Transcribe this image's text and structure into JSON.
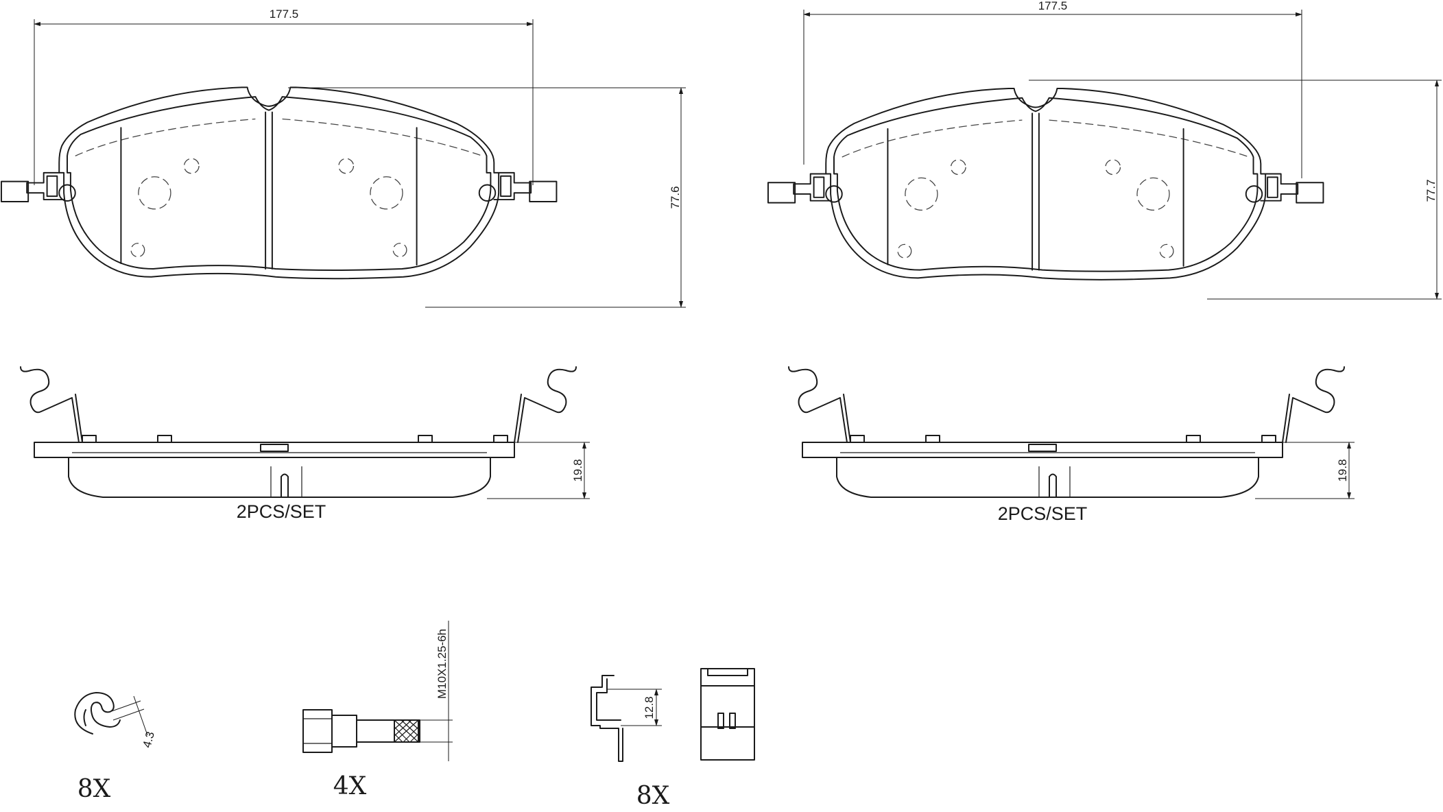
{
  "left_pad": {
    "width_dim": "177.5",
    "height_dim": "77.6",
    "thickness_dim": "19.8",
    "set_label": "2PCS/SET"
  },
  "right_pad": {
    "width_dim": "177.5",
    "height_dim": "77.7",
    "thickness_dim": "19.8",
    "set_label": "2PCS/SET"
  },
  "accessories": {
    "clip": {
      "dim": "4.3",
      "qty": "8X"
    },
    "bolt": {
      "thread": "M10X1.25-6h",
      "qty": "4X"
    },
    "spring_clip": {
      "dim": "12.8",
      "qty": "8X"
    }
  }
}
